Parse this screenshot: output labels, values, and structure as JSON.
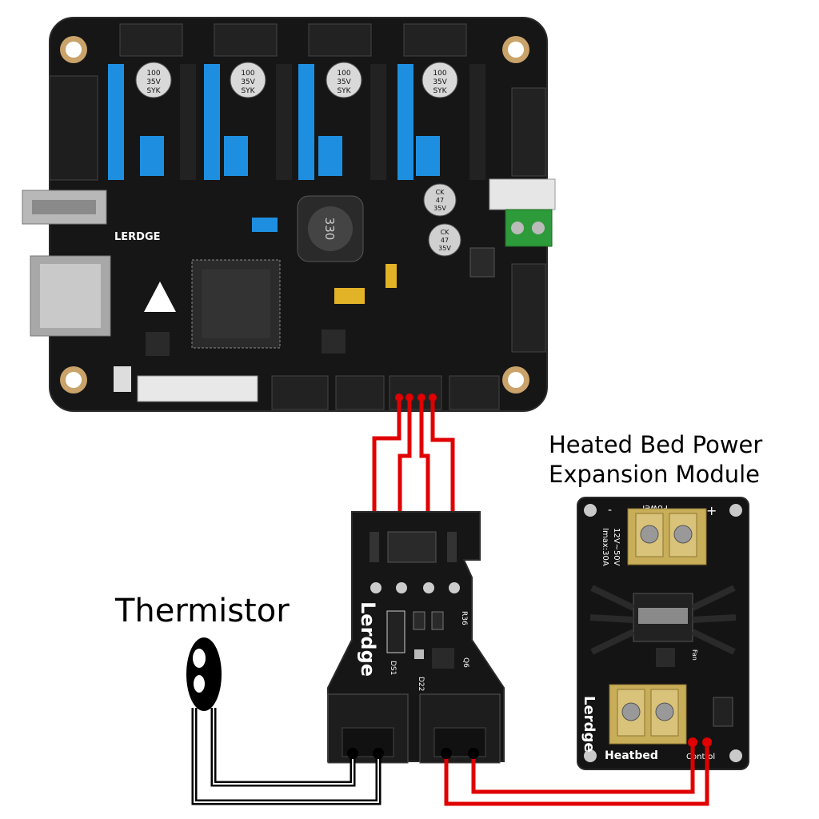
{
  "labels": {
    "thermistor": "Thermistor",
    "heated_bed_title_line1": "Heated Bed Power",
    "heated_bed_title_line2": "Expansion Module"
  },
  "mainboard": {
    "brand": "LERDGE",
    "capacitor_text": [
      "100",
      "35V",
      "SYK"
    ],
    "inductor_text": "330",
    "cap_ck": [
      "CK",
      "47",
      "35V"
    ]
  },
  "adapter": {
    "brand": "Lerdge",
    "silk": [
      "R36",
      "DS1",
      "D22",
      "Q6"
    ]
  },
  "bed_module": {
    "brand": "Lerdge",
    "power_label": "Power",
    "voltage": "12V~50V",
    "current": "Imax:30A",
    "heatbed_label": "Heatbed",
    "control_label": "Control",
    "fan_label": "Fan",
    "minus": "-",
    "plus": "+"
  },
  "colors": {
    "wire_signal": "#e00000",
    "wire_thermistor": "#000000",
    "pcb": "#141414",
    "stepper_blue": "#1e8fe0",
    "terminal_green": "#2e9b3a"
  }
}
